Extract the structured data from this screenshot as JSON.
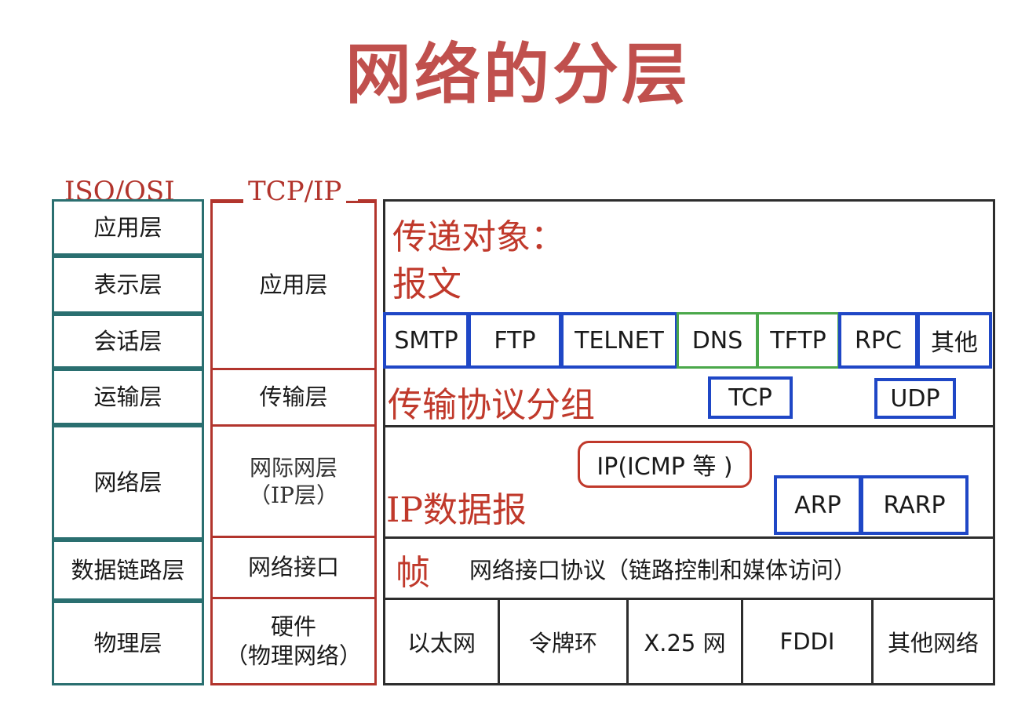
{
  "title": "网络的分层",
  "osi": {
    "header": "ISO/OSI",
    "layers": [
      "应用层",
      "表示层",
      "会话层",
      "运输层",
      "网络层",
      "数据链路层",
      "物理层"
    ]
  },
  "tcpip": {
    "header": "TCP/IP",
    "layers": [
      {
        "line1": "应用层",
        "line2": ""
      },
      {
        "line1": "传输层",
        "line2": ""
      },
      {
        "line1": "网际网层",
        "line2": "（IP层）"
      },
      {
        "line1": "网络接口",
        "line2": ""
      },
      {
        "line1": "硬件",
        "line2": "（物理网络）"
      }
    ]
  },
  "application": {
    "object_line1": "传递对象：",
    "object_line2": "报文",
    "protocols": [
      "SMTP",
      "FTP",
      "TELNET",
      "DNS",
      "TFTP",
      "RPC",
      "其他"
    ]
  },
  "transport": {
    "label": "传输协议分组",
    "protocols": [
      "TCP",
      "UDP"
    ]
  },
  "internet": {
    "label": "IP数据报",
    "ip_box": "IP(ICMP 等 )",
    "protocols": [
      "ARP",
      "RARP"
    ]
  },
  "link": {
    "label": "帧",
    "description": "网络接口协议（链路控制和媒体访问）"
  },
  "hardware": {
    "networks": [
      "以太网",
      "令牌环",
      "X.25 网",
      "FDDI",
      "其他网络"
    ]
  },
  "colors": {
    "title": "#c0504d",
    "osi_border": "#2a6f70",
    "tcpip_border": "#b2352d",
    "protocol_box": "#1f47c6",
    "protocol_box_alt": "#4aa84a",
    "red_text": "#c0392b"
  }
}
